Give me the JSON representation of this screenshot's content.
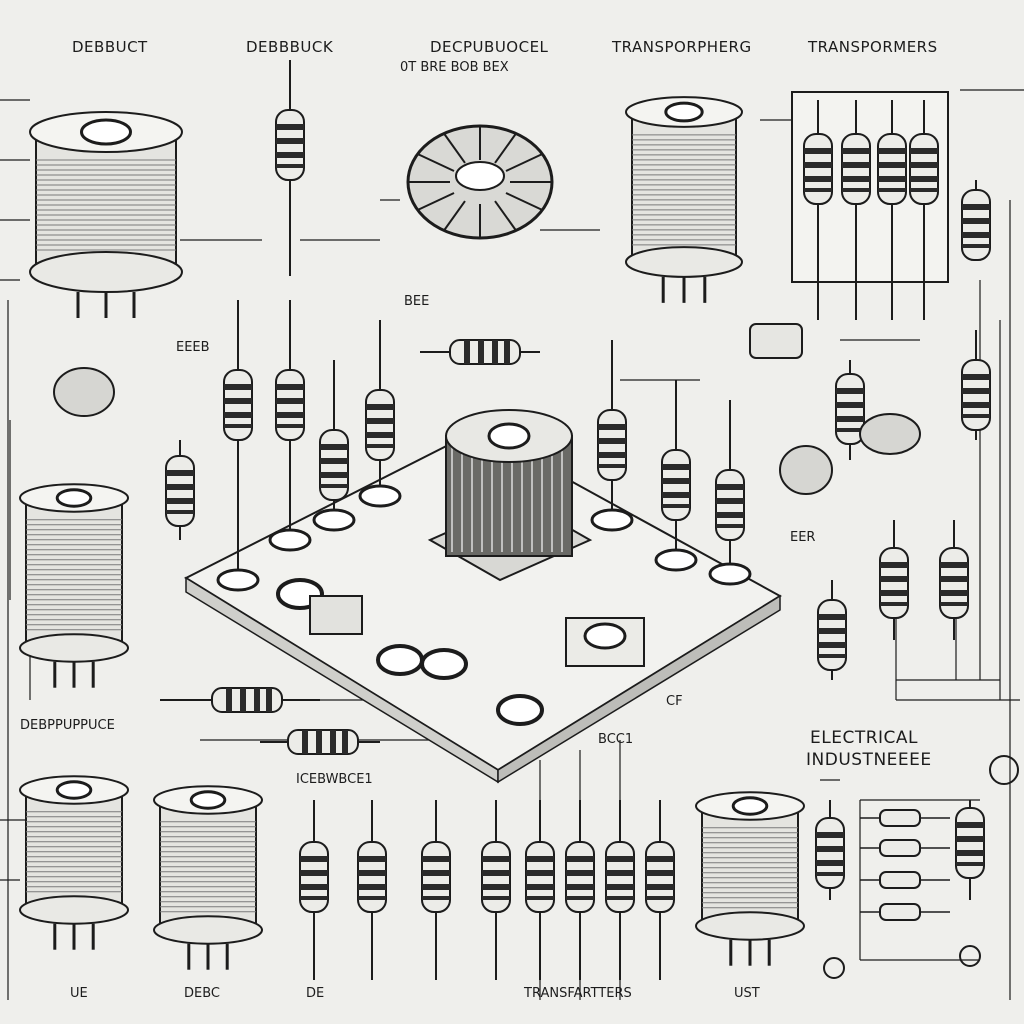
{
  "headers": {
    "h1": "DEBBUCT",
    "h2": "DEBBBUCK",
    "h3": "DECPUBUOCEL",
    "h4": "TRANSPORPHERG",
    "h5": "TRANSPORMERS"
  },
  "labels": {
    "top_small_1": "0T  BRE  BOB  BEX",
    "mid_left": "EEEB",
    "mid_center": "BEE",
    "left_bottom_title": "DEBPPUPPUCE",
    "bottom_mid_title": "ICEBWBCE1",
    "right_cf": "CF",
    "right_ecc": "BCC1",
    "right_er": "EER",
    "elec_line1": "ELECTRICAL",
    "elec_line2": "INDUSTNEEEE",
    "foot_1": "UE",
    "foot_2": "DEBC",
    "foot_3": "DE",
    "foot_4": "TRANSFARTTERS",
    "foot_5": "UST"
  },
  "colors": {
    "paper": "#efefec",
    "ink": "#1c1c1c",
    "shade": "#7a7a7a",
    "band": "#2a2a2a"
  }
}
